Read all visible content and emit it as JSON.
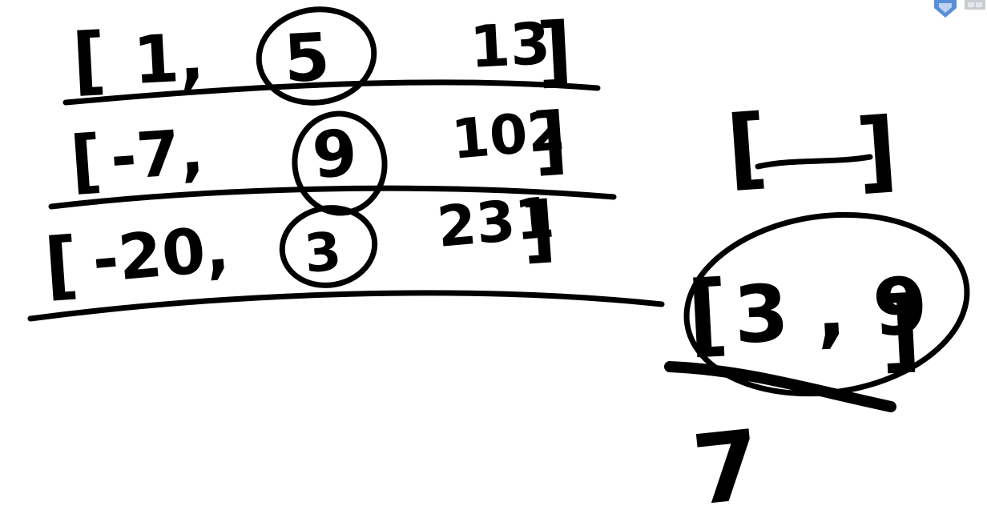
{
  "rows": [
    {
      "open": "[",
      "first": "1,",
      "middle": "5",
      "last": "13",
      "close": "]"
    },
    {
      "open": "[",
      "first": "-7,",
      "middle": "9",
      "last": "102",
      "close": "]"
    },
    {
      "open": "[",
      "first": "-20,",
      "middle": "3",
      "last": "231",
      "close": "]"
    }
  ],
  "right": {
    "empty_open": "[",
    "empty_close": "]",
    "pair_open": "[",
    "pair": "3 , 9",
    "pair_close": "]",
    "result": "7"
  },
  "colors": {
    "ink": "#000000",
    "paper": "#ffffff",
    "logo_blue": "#5a8fd8",
    "logo_gray": "#c8ccd2"
  },
  "icons": {
    "corner_logo": "app-logo-icon"
  }
}
